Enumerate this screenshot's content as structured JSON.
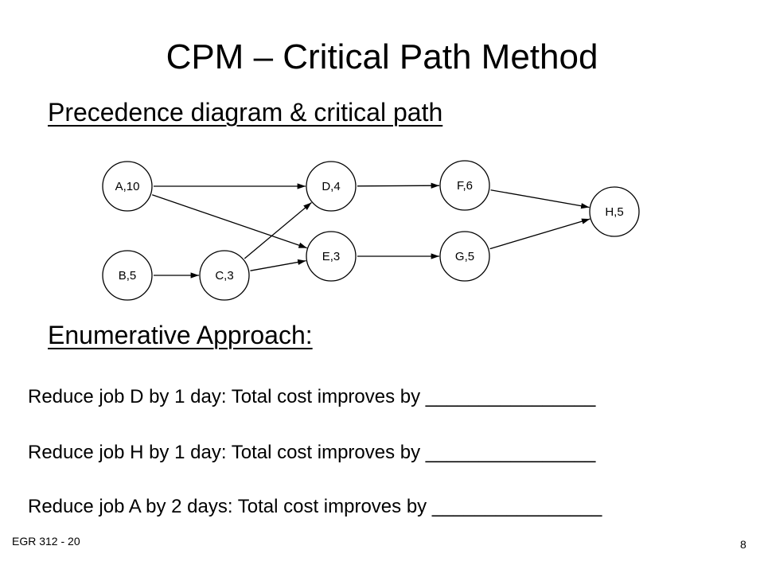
{
  "slide": {
    "title": "CPM – Critical Path Method",
    "heading_precedence": "Precedence diagram & critical path",
    "heading_enumerative": "Enumerative Approach:",
    "questions": [
      "Reduce job D by 1 day: Total cost improves by ________________",
      "Reduce job H by 1 day: Total cost improves by ________________",
      "Reduce job A by 2 days: Total cost improves by ________________"
    ],
    "footer": "EGR 312 - 20",
    "page_number": "8"
  },
  "diagram": {
    "nodes": [
      {
        "id": "A",
        "label": "A,10"
      },
      {
        "id": "B",
        "label": "B,5"
      },
      {
        "id": "C",
        "label": "C,3"
      },
      {
        "id": "D",
        "label": "D,4"
      },
      {
        "id": "E",
        "label": "E,3"
      },
      {
        "id": "F",
        "label": "F,6"
      },
      {
        "id": "G",
        "label": "G,5"
      },
      {
        "id": "H",
        "label": "H,5"
      }
    ],
    "edges": [
      {
        "from": "A",
        "to": "D"
      },
      {
        "from": "A",
        "to": "E"
      },
      {
        "from": "B",
        "to": "C"
      },
      {
        "from": "C",
        "to": "D"
      },
      {
        "from": "C",
        "to": "E"
      },
      {
        "from": "D",
        "to": "F"
      },
      {
        "from": "E",
        "to": "G"
      },
      {
        "from": "F",
        "to": "H"
      },
      {
        "from": "G",
        "to": "H"
      }
    ]
  }
}
